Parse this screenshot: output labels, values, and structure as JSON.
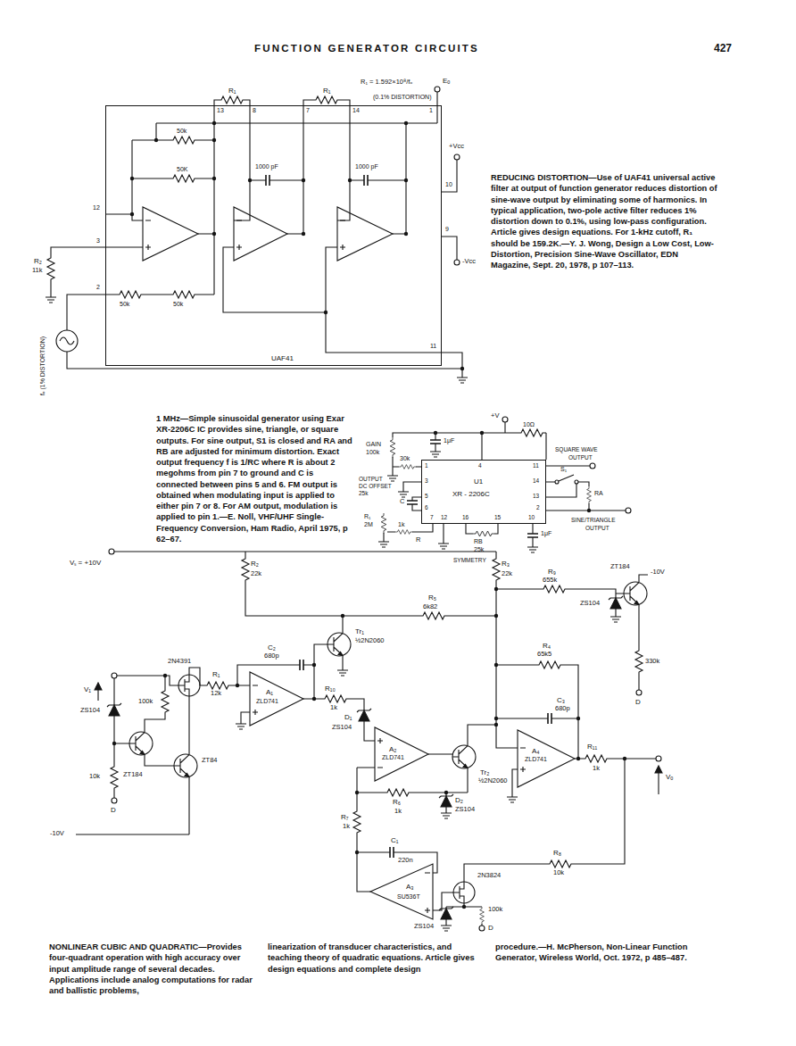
{
  "diagram": {
    "title": "FUNCTION GENERATOR CIRCUITS",
    "nodes": [
      {
        "text": [
          "UAF41"
        ]
      },
      {
        "text": [
          "U1",
          "XR - 2206C"
        ]
      }
    ],
    "labels": [
      "427",
      "R₁",
      "R₁",
      "R₁ = 1.592×10⁸/fₒ",
      "Eₒ",
      "(0.1% DISTORTION)",
      "13",
      "8",
      "7",
      "14",
      "1",
      "50k",
      "50K",
      "1000 pF",
      "1000 pF",
      "+Vcc",
      "10",
      "9",
      "-Vcc",
      "12",
      "3",
      "2",
      "R₂",
      "11k",
      "50k",
      "50k",
      "11",
      "fₒ (1% DISTORTION)",
      "REDUCING DISTORTION—Use of UAF41 universal active filter at output of function generator reduces distortion of sine-wave output by eliminating some of harmonics. In typical application, two-pole active filter reduces 1% distortion down to 0.1%, using low-pass configuration. Article gives design equations. For 1-kHz cutoff, R₁ should be 159.2K.—Y. J. Wong, Design a Low Cost, Low-Distortion, Precision Sine-Wave Oscillator, EDN Magazine, Sept. 20, 1978, p 107–113.",
      "1 MHz—Simple sinusoidal generator using Exar XR-2206C IC provides sine, triangle, or square outputs. For sine output, S1 is closed and RA and RB are adjusted for minimum distortion. Exact output frequency f is 1/RC where R is about 2 megohms from pin 7 to ground and C is connected between pins 5 and 6. FM output is obtained when modulating input is applied to either pin 7 or 8. For AM output, modulation is applied to pin 1.—E. Noll, VHF/UHF Single-Frequency Conversion, Ham Radio, April 1975, p 62–67.",
      "+V",
      "10Ω",
      "1μF",
      "GAIN",
      "100k",
      "30k",
      "OUTPUT",
      "DC OFFSET",
      "25k",
      "C",
      "R₁",
      "2M",
      "1k",
      "R",
      "1",
      "4",
      "11",
      "3",
      "14",
      "5",
      "13",
      "6",
      "2",
      "7",
      "12",
      "16",
      "15",
      "10",
      "RB",
      "25k",
      "SYMMETRY",
      "1μF",
      "SQUARE WAVE",
      "OUTPUT",
      "S₁",
      "RA",
      "SINE/TRIANGLE",
      "OUTPUT",
      "Vₛ = +10V",
      "R₂",
      "22k",
      "R₃",
      "22k",
      "R₉",
      "655k",
      "ZT184",
      "-10V",
      "ZS104",
      "330k",
      "D",
      "R₅",
      "6k82",
      "Tr₁",
      "½2N2060",
      "C₂",
      "680p",
      "2N4391",
      "R₁",
      "12k",
      "A₁",
      "ZLD741",
      "R₁₀",
      "1k",
      "V₁",
      "100k",
      "ZS104",
      "ZT184",
      "ZT84",
      "10k",
      "D",
      "-10V",
      "D₁",
      "ZS104",
      "A₂",
      "ZLD741",
      "Tr₂",
      "½2N2060",
      "R₄",
      "65k5",
      "C₃",
      "680p",
      "A₄",
      "ZLD741",
      "R₁₁",
      "1k",
      "Vₒ",
      "R₆",
      "1k",
      "D₂",
      "ZS104",
      "R₇",
      "1k",
      "C₁",
      "220n",
      "A₃",
      "SU536T",
      "2N3824",
      "R₈",
      "10k",
      "ZS104",
      "100k",
      "D",
      "NONLINEAR CUBIC AND QUADRATIC—Provides four-quadrant operation with high accuracy over input amplitude range of several decades. Applications include analog computations for radar and ballistic problems,",
      "linearization of transducer characteristics, and teaching theory of quadratic equations. Article gives design equations and complete design",
      "procedure.—H. McPherson, Non-Linear Function Generator, Wireless World, Oct. 1972, p 485–487."
    ]
  }
}
